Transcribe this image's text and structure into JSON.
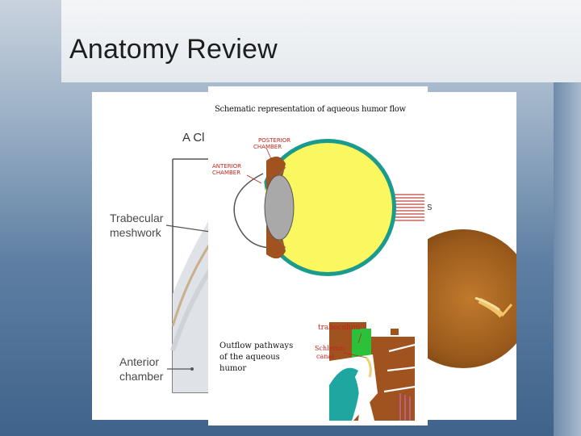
{
  "slide": {
    "title": "Anatomy Review"
  },
  "back_diagram": {
    "title_partial": "F",
    "subtitle_partial": "A Cl",
    "labels": {
      "trabecular_line1": "Trabecular",
      "trabecular_line2": "meshwork",
      "anterior_line1": "Anterior",
      "anterior_line2": "chamber",
      "right_fragment": "s"
    }
  },
  "front_diagram": {
    "title": "Schematic representation of aqueous humor flow",
    "posterior_chamber_line1": "POSTERIOR",
    "posterior_chamber_line2": "CHAMBER",
    "anterior_chamber_line1": "ANTERIOR",
    "anterior_chamber_line2": "CHAMBER",
    "outflow_line1": "Outflow pathways",
    "outflow_line2": "of the aqueous",
    "outflow_line3": "humor",
    "trabeculum": "trabeculum",
    "schlemm_line1": "Schlemm",
    "schlemm_line2": "canal"
  },
  "colors": {
    "vitreous": "#fbf75f",
    "sclera": "#1b9a8e",
    "lens": "#a9a9a9",
    "iris": "#a0521f",
    "optic_nerve": "#c8645a"
  }
}
